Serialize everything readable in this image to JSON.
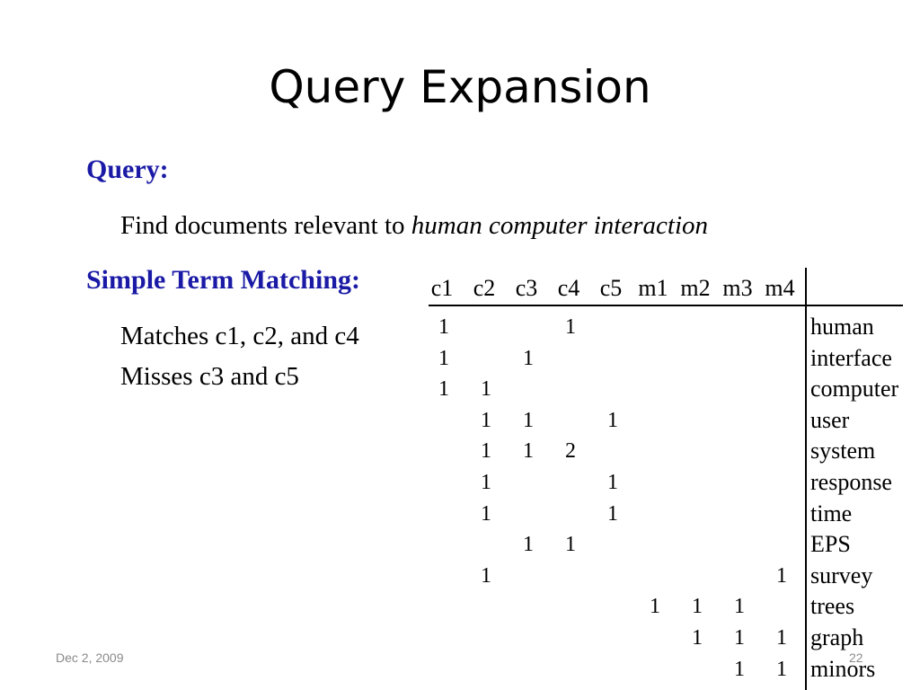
{
  "slide": {
    "title": "Query Expansion",
    "query_heading": "Query:",
    "query_text_plain": "Find documents relevant to ",
    "query_text_italic": "human computer interaction",
    "matching_heading": "Simple Term Matching:",
    "matches_line": "Matches c1, c2, and c4",
    "misses_line": "Misses c3 and c5",
    "footer_date": "Dec 2, 2009",
    "page_number": "22"
  },
  "matrix": {
    "columns": [
      "c1",
      "c2",
      "c3",
      "c4",
      "c5",
      "m1",
      "m2",
      "m3",
      "m4"
    ],
    "rows": [
      {
        "term": "human",
        "values": [
          "1",
          "",
          "",
          "1",
          "",
          "",
          "",
          "",
          ""
        ]
      },
      {
        "term": "interface",
        "values": [
          "1",
          "",
          "1",
          "",
          "",
          "",
          "",
          "",
          ""
        ]
      },
      {
        "term": "computer",
        "values": [
          "1",
          "1",
          "",
          "",
          "",
          "",
          "",
          "",
          ""
        ]
      },
      {
        "term": "user",
        "values": [
          "",
          "1",
          "1",
          "",
          "1",
          "",
          "",
          "",
          ""
        ]
      },
      {
        "term": "system",
        "values": [
          "",
          "1",
          "1",
          "2",
          "",
          "",
          "",
          "",
          ""
        ]
      },
      {
        "term": "response",
        "values": [
          "",
          "1",
          "",
          "",
          "1",
          "",
          "",
          "",
          ""
        ]
      },
      {
        "term": "time",
        "values": [
          "",
          "1",
          "",
          "",
          "1",
          "",
          "",
          "",
          ""
        ]
      },
      {
        "term": "EPS",
        "values": [
          "",
          "",
          "1",
          "1",
          "",
          "",
          "",
          "",
          ""
        ]
      },
      {
        "term": "survey",
        "values": [
          "",
          "1",
          "",
          "",
          "",
          "",
          "",
          "",
          "1"
        ]
      },
      {
        "term": "trees",
        "values": [
          "",
          "",
          "",
          "",
          "",
          "1",
          "1",
          "1",
          ""
        ]
      },
      {
        "term": "graph",
        "values": [
          "",
          "",
          "",
          "",
          "",
          "",
          "1",
          "1",
          "1"
        ]
      },
      {
        "term": "minors",
        "values": [
          "",
          "",
          "",
          "",
          "",
          "",
          "",
          "1",
          "1"
        ]
      }
    ]
  },
  "colors": {
    "heading": "#1a1aa6",
    "footer": "#8a8a8a"
  }
}
